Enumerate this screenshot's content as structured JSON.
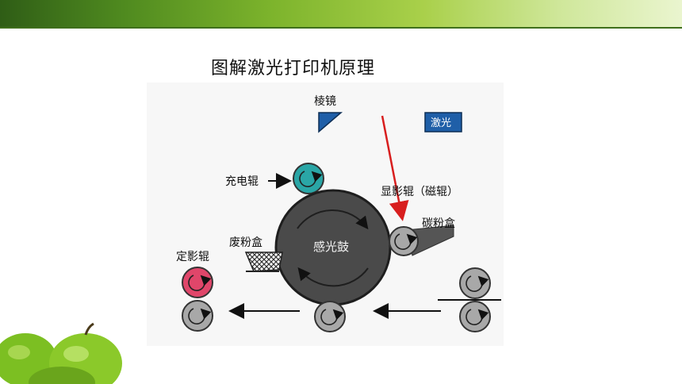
{
  "title": "图解激光打印机原理",
  "labels": {
    "prism": "棱镜",
    "laser": "激光",
    "charge_roller": "充电辊",
    "developer_roller": "显影辊（磁辊）",
    "toner_box": "碳粉盒",
    "waste_box": "废粉盒",
    "drum": "感光鼓",
    "fuser_roller": "定影辊"
  },
  "colors": {
    "banner_dark": "#2f5d16",
    "banner_light": "#eaf5cf",
    "drum": "#4a4a4a",
    "charge_roller": "#2aa6a6",
    "fuser_roller": "#e0466a",
    "grey_roller": "#a8a8a8",
    "laser_beam": "#d81e1e",
    "prism": "#1f5fa8"
  }
}
